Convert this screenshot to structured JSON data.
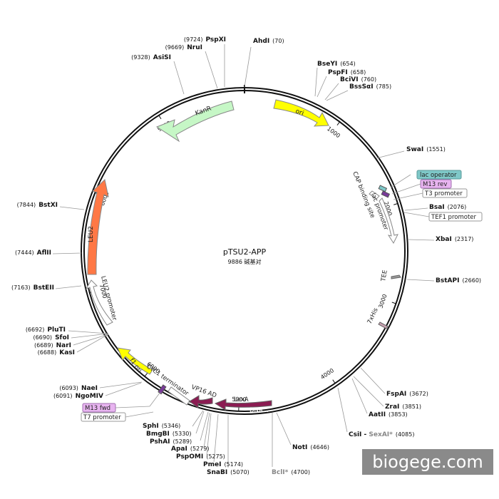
{
  "plasmid": {
    "name": "pTSU2-APP",
    "size_text": "9886 碱基对"
  },
  "tick_labels": [
    "1000",
    "2000",
    "3000",
    "4000",
    "5000",
    "6000",
    "7000",
    "8000",
    "9000"
  ],
  "enzymes": [
    {
      "name": "AhdI",
      "pos": "(70)"
    },
    {
      "name": "BseYI",
      "pos": "(654)"
    },
    {
      "name": "PspFI",
      "pos": "(658)"
    },
    {
      "name": "BciVI",
      "pos": "(760)"
    },
    {
      "name": "BssSαI",
      "pos": "(785)"
    },
    {
      "name": "SwaI",
      "pos": "(1551)"
    },
    {
      "name": "BsaI",
      "pos": "(2076)"
    },
    {
      "name": "XbaI",
      "pos": "(2317)"
    },
    {
      "name": "BstAPI",
      "pos": "(2660)"
    },
    {
      "name": "FspAI",
      "pos": "(3672)"
    },
    {
      "name": "ZraI",
      "pos": "(3851)"
    },
    {
      "name": "AatII",
      "pos": "(3853)"
    },
    {
      "name": "CsiI",
      "pos": ""
    },
    {
      "name": "SexAI*",
      "pos": "(4085)"
    },
    {
      "name": "NotI",
      "pos": "(4646)"
    },
    {
      "name": "BclI*",
      "pos": "(4700)"
    },
    {
      "name": "SnaBI",
      "pos": "(5070)"
    },
    {
      "name": "PmeI",
      "pos": "(5174)"
    },
    {
      "name": "PspOMI",
      "pos": "(5275)"
    },
    {
      "name": "ApaI",
      "pos": "(5279)"
    },
    {
      "name": "PshAI",
      "pos": "(5289)"
    },
    {
      "name": "BmgBI",
      "pos": "(5330)"
    },
    {
      "name": "SphI",
      "pos": "(5346)"
    },
    {
      "name": "NgoMIV",
      "pos": "(6091)"
    },
    {
      "name": "NaeI",
      "pos": "(6093)"
    },
    {
      "name": "KasI",
      "pos": "(6688)"
    },
    {
      "name": "NarI",
      "pos": "(6689)"
    },
    {
      "name": "SfoI",
      "pos": "(6690)"
    },
    {
      "name": "PluTI",
      "pos": "(6692)"
    },
    {
      "name": "BstEII",
      "pos": "(7163)"
    },
    {
      "name": "AflII",
      "pos": "(7444)"
    },
    {
      "name": "BstXI",
      "pos": "(7844)"
    },
    {
      "name": "AsiSI",
      "pos": "(9328)"
    },
    {
      "name": "NruI",
      "pos": "(9669)"
    },
    {
      "name": "PspXI",
      "pos": "(9724)"
    }
  ],
  "features": [
    {
      "name": "KanR",
      "color": "#c6f7c6"
    },
    {
      "name": "ori",
      "color": "#ffff00"
    },
    {
      "name": "LEU2",
      "color": "#ff7845"
    },
    {
      "name": "LEU2 promoter",
      "color": "#ffffff"
    },
    {
      "name": "f1 ori",
      "color": "#ffff00"
    },
    {
      "name": "CYC1 terminator",
      "color": "#ffffff"
    },
    {
      "name": "VP16 AD",
      "color": "#8b1c52"
    },
    {
      "name": "LexA",
      "color": "#8b1c52"
    },
    {
      "name": "DNA...",
      "color": "#8b1c52"
    },
    {
      "name": "CAP binding site",
      "color": "#ffffff"
    },
    {
      "name": "lac promoter",
      "color": "#ffffff"
    },
    {
      "name": "TEE",
      "color": "#999999"
    },
    {
      "name": "7xHis",
      "color": "#c8a0b0"
    }
  ],
  "tags": [
    {
      "name": "lac operator",
      "color": "#7fc8c8"
    },
    {
      "name": "M13 rev",
      "color": "#e8b4f0"
    },
    {
      "name": "T3 promoter",
      "color": "#ffffff"
    },
    {
      "name": "TEF1 promoter",
      "color": "#ffffff"
    },
    {
      "name": "M13 fwd",
      "color": "#e8b4f0"
    },
    {
      "name": "T7 promoter",
      "color": "#ffffff"
    }
  ],
  "watermark": "biogege.com"
}
